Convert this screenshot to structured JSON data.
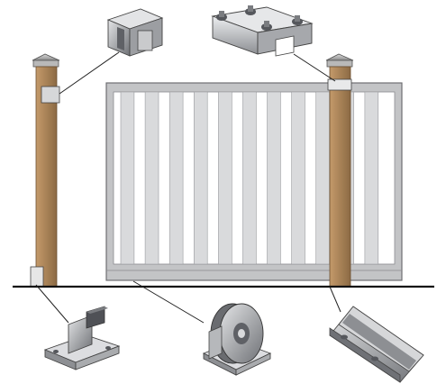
{
  "diagram": {
    "kind": "cantilever sliding gate assembly",
    "colors": {
      "post_wood": "#b08a5e",
      "post_wood_dark": "#8c6a44",
      "frame_metal": "#bfc0c2",
      "frame_edge": "#6e6f72",
      "picket": "#d9dadc",
      "gap": "#ffffff",
      "ground": "#111111",
      "part_metal": "#a9abae",
      "part_dark": "#5f6166",
      "leader": "#222222"
    },
    "components": [
      {
        "id": "top-catcher-bracket",
        "icon": "u-bracket-icon"
      },
      {
        "id": "upper-guide-roller",
        "icon": "roller-guide-icon"
      },
      {
        "id": "bottom-catcher",
        "icon": "floor-catcher-icon"
      },
      {
        "id": "end-roller",
        "icon": "end-roller-icon"
      },
      {
        "id": "guide-rail-profile",
        "icon": "rail-profile-icon"
      }
    ],
    "picket_count": 11
  }
}
